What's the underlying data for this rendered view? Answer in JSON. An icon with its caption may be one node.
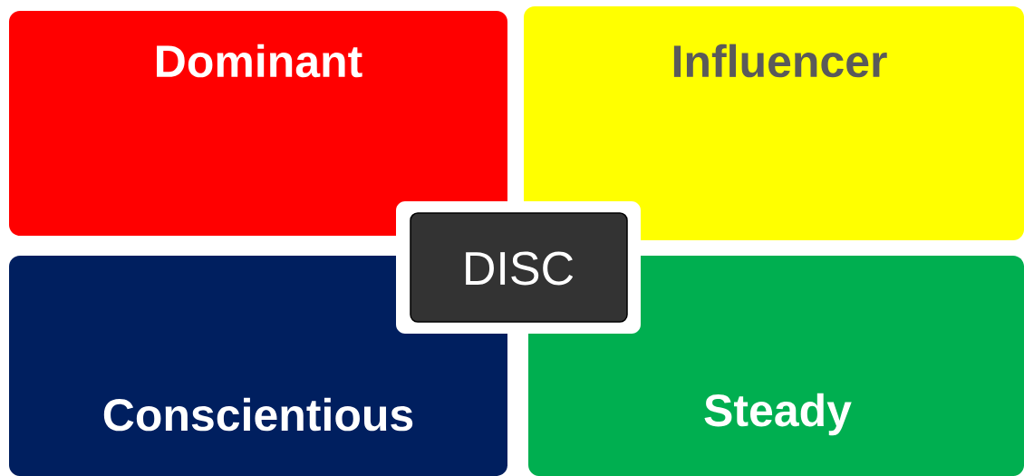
{
  "diagram": {
    "nodes": [
      {
        "text": [
          "Dominant"
        ]
      },
      {
        "text": [
          "Influencer"
        ]
      },
      {
        "text": [
          "Conscientious"
        ]
      },
      {
        "text": [
          "Steady"
        ]
      },
      {
        "text": [
          "DISC"
        ]
      }
    ]
  }
}
